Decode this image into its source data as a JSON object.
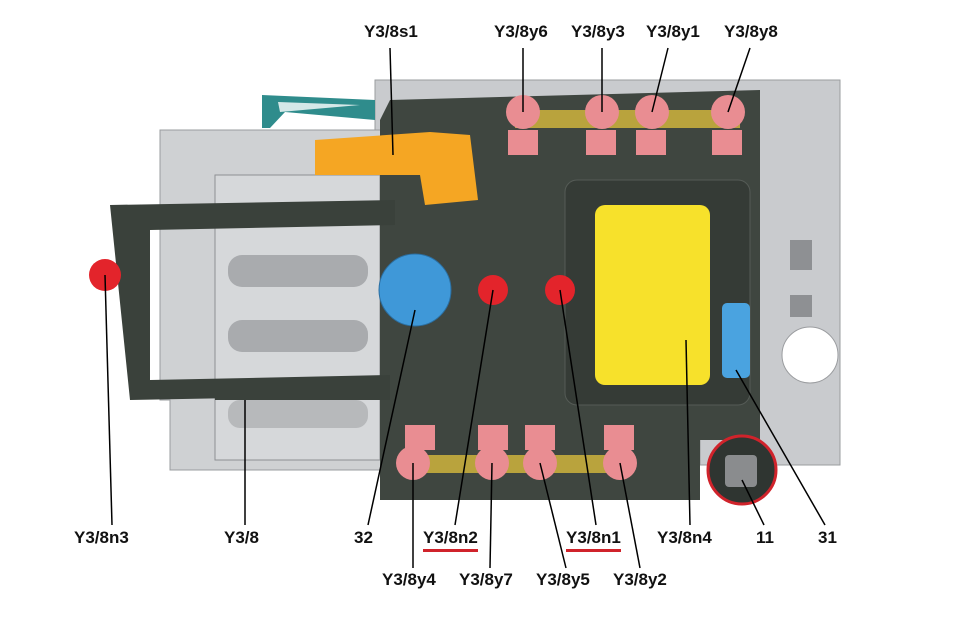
{
  "labels": {
    "y3_8s1": "Y3/8s1",
    "y3_8y6": "Y3/8y6",
    "y3_8y3": "Y3/8y3",
    "y3_8y1": "Y3/8y1",
    "y3_8y8": "Y3/8y8",
    "y3_8n3": "Y3/8n3",
    "y3_8": "Y3/8",
    "n32": "32",
    "y3_8n2": "Y3/8n2",
    "y3_8n1": "Y3/8n1",
    "y3_8n4": "Y3/8n4",
    "n11": "11",
    "n31": "31",
    "y3_8y4": "Y3/8y4",
    "y3_8y7": "Y3/8y7",
    "y3_8y5": "Y3/8y5",
    "y3_8y2": "Y3/8y2"
  },
  "colors": {
    "housing": "#3f4640",
    "frame": "#c9cbce",
    "solenoid": "#e98d92",
    "orange_part": "#f5a623",
    "yellow_part": "#f7e12b",
    "blue_part": "#3f98d8",
    "red_part": "#e3242b",
    "teal_part": "#2f8c8c",
    "underline": "#d0232b"
  }
}
